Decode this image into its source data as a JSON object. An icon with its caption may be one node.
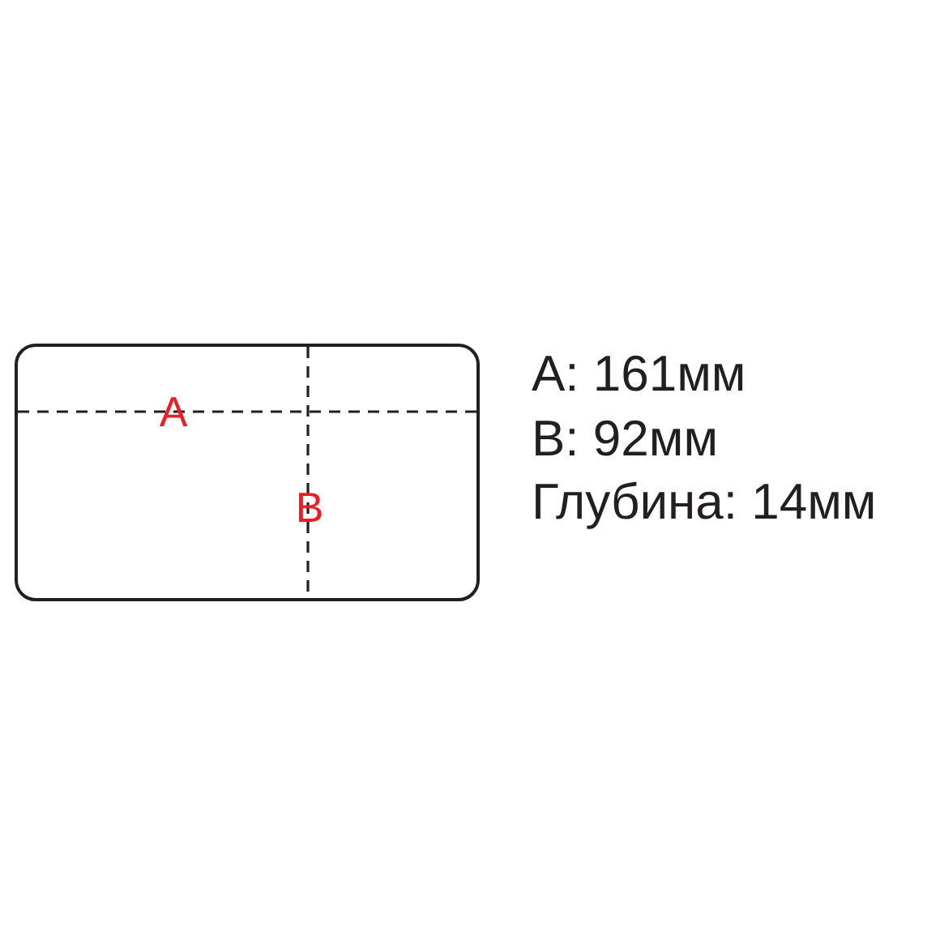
{
  "diagram": {
    "labels": [
      "A",
      "B",
      "A: 161мм",
      "B: 92мм",
      "Глубина: 14мм"
    ]
  }
}
